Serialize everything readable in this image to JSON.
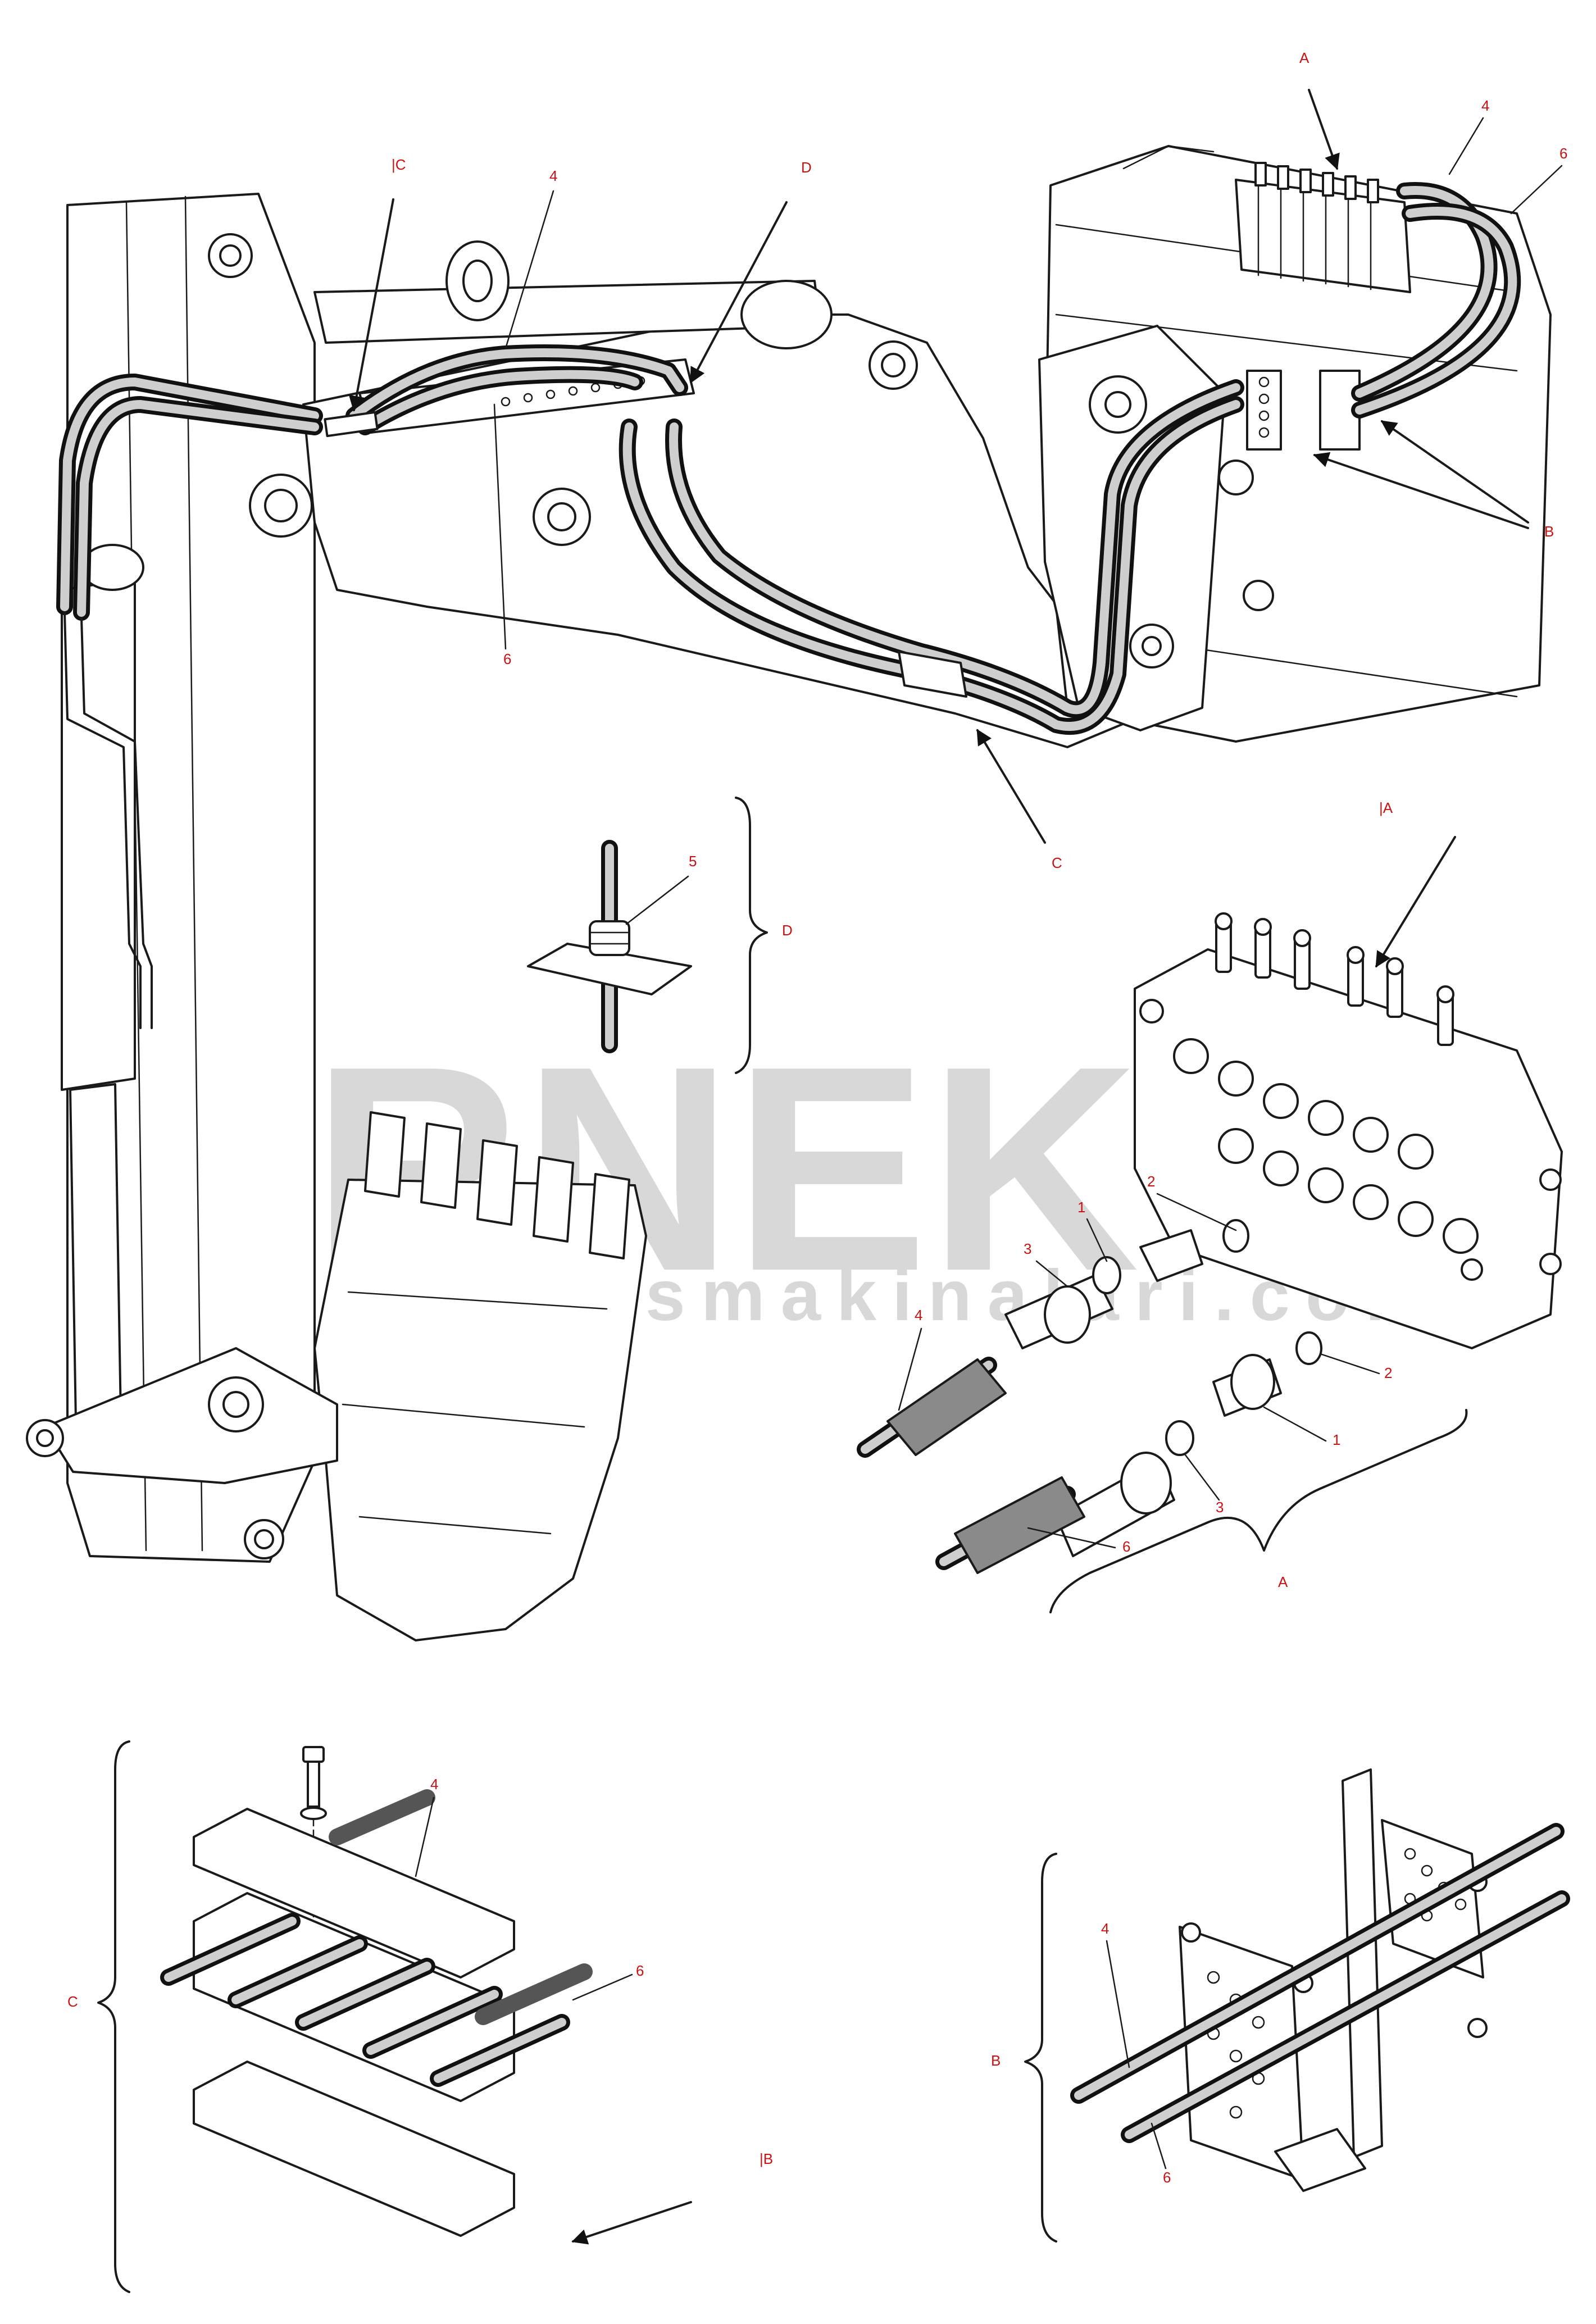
{
  "watermark": {
    "brand": "ÖRNEK",
    "url": "www.ornekismakinalari.com.tr"
  },
  "callouts": {
    "view_a_pointer": "A",
    "item_4_top_right": "4",
    "item_6_top_right": "6",
    "view_b_pointer": "B",
    "view_c_pointer": "C",
    "view_d_pointer": "D",
    "view_c_origin": "|C",
    "item_4_top_left": "4",
    "item_6_boom": "6",
    "view_a_origin": "|A",
    "view_b_origin": "|B"
  },
  "detail_d": {
    "bracket_label": "D",
    "item_5": "5"
  },
  "detail_a": {
    "bracket_label": "A",
    "item_1_upper": "1",
    "item_2_upper": "2",
    "item_3_upper": "3",
    "item_4": "4",
    "item_2_lower": "2",
    "item_1_lower": "1",
    "item_3_lower": "3",
    "item_6": "6"
  },
  "detail_c": {
    "bracket_label": "C",
    "item_4": "4",
    "item_6": "6"
  },
  "detail_b": {
    "bracket_label": "B",
    "item_4": "4",
    "item_6": "6"
  }
}
